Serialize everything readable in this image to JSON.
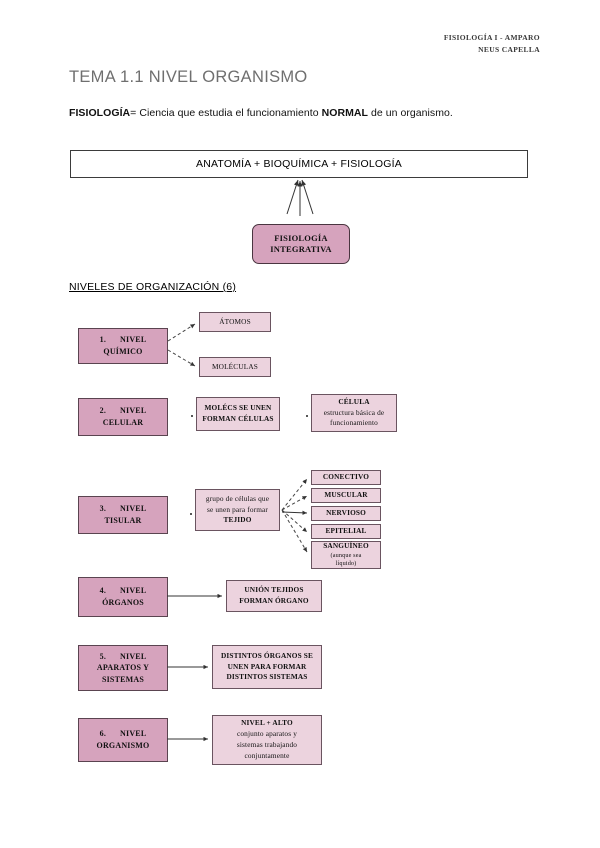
{
  "header": {
    "line1": "FISIOLOGÍA I - AMPARO",
    "line2": "NEUS CAPELLA"
  },
  "title": "TEMA 1.1 NIVEL ORGANISMO",
  "definition": {
    "term": "FISIOLOGÍA",
    "middle": "= Ciencia que estudia el funcionamiento ",
    "emphasis": "NORMAL",
    "tail": " de un organismo."
  },
  "top_box": {
    "label": "ANATOMÍA + BIOQUÍMICA + FISIOLOGÍA"
  },
  "integrative_box": {
    "line1": "FISIOLOGÍA",
    "line2": "INTEGRATIVA"
  },
  "section_heading": "NIVELES DE ORGANIZACIÓN (6)",
  "levels": [
    {
      "num": "1.",
      "name": "NIVEL",
      "name2": "QUÍMICO",
      "branches": [
        "ÁTOMOS",
        "MOLÉCULAS"
      ]
    },
    {
      "num": "2.",
      "name": "NIVEL",
      "name2": "CELULAR",
      "middle": [
        "MOLÉCS SE UNEN",
        "FORMAN CÉLULAS"
      ],
      "right_title": "CÉLULA",
      "right_lines": [
        "estructura básica de",
        "funcionamiento"
      ]
    },
    {
      "num": "3.",
      "name": "NIVEL",
      "name2": "TISULAR",
      "middle": [
        "grupo de células que",
        "se unen para formar",
        "TEJIDO"
      ],
      "tissues": [
        {
          "label": "CONECTIVO"
        },
        {
          "label": "MUSCULAR"
        },
        {
          "label": "NERVIOSO"
        },
        {
          "label": "EPITELIAL"
        },
        {
          "label": "SANGUÍNEO",
          "note1": "(aunque sea",
          "note2": "líquido)"
        }
      ]
    },
    {
      "num": "4.",
      "name": "NIVEL",
      "name2": "ÓRGANOS",
      "middle": [
        "UNIÓN TEJIDOS",
        "FORMAN ÓRGANO"
      ]
    },
    {
      "num": "5.",
      "name": "NIVEL",
      "name2": "APARATOS Y",
      "name3": "SISTEMAS",
      "middle": [
        "DISTINTOS ÓRGANOS SE",
        "UNEN PARA FORMAR",
        "DISTINTOS SISTEMAS"
      ]
    },
    {
      "num": "6.",
      "name": "NIVEL",
      "name2": "ORGANISMO",
      "right_title": "NIVEL + ALTO",
      "right_lines": [
        "conjunto aparatos y",
        "sistemas trabajando",
        "conjuntamente"
      ]
    }
  ],
  "colors": {
    "level_box_fill": "#d6a3bd",
    "pale_box_fill": "#ecd3de",
    "title_gray": "#6f6f6f",
    "border_dark": "#3b3b3b"
  }
}
